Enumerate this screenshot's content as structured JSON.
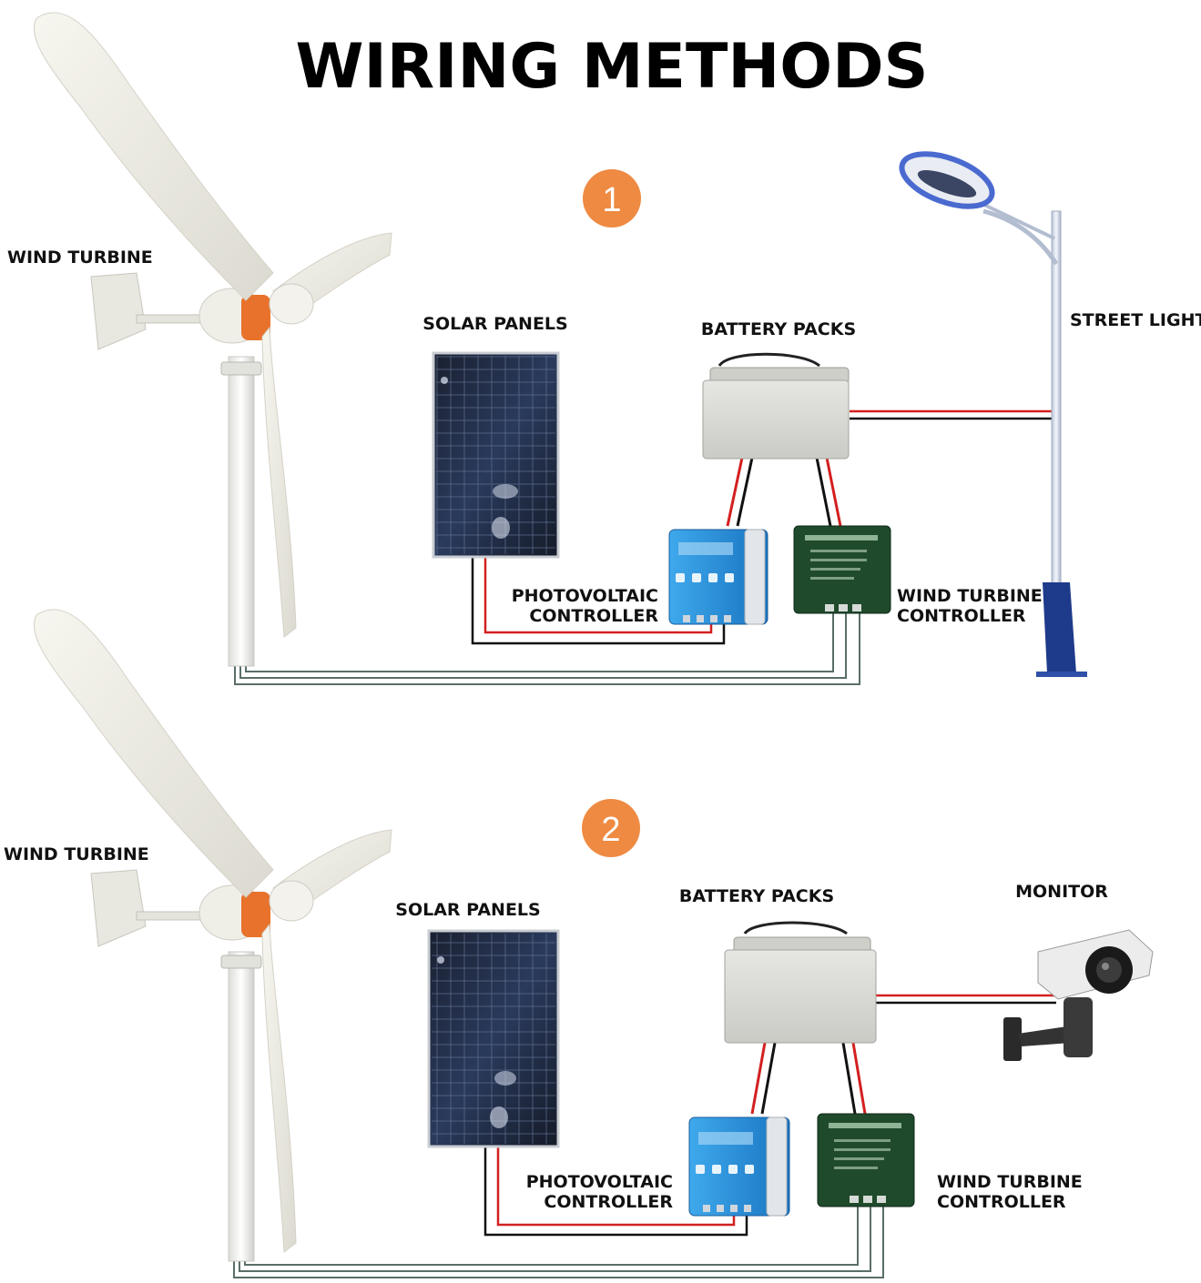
{
  "title": "WIRING METHODS",
  "colors": {
    "badge": "#ee8a42",
    "wire_red": "#d32020",
    "wire_black": "#111111",
    "wire_gray": "#5a6e69",
    "pv_controller": "#2b8fd6",
    "wind_controller": "#1f4a2c",
    "battery": "#d8d8d4"
  },
  "method1": {
    "badge": "1",
    "wind_turbine": "WIND TURBINE",
    "solar_panels": "SOLAR PANELS",
    "battery_packs": "BATTERY PACKS",
    "load": "STREET LIGHTS",
    "pv_controller": [
      "PHOTOVOLTAIC",
      "CONTROLLER"
    ],
    "wind_controller": [
      "WIND TURBINE",
      "CONTROLLER"
    ]
  },
  "method2": {
    "badge": "2",
    "wind_turbine": "WIND TURBINE",
    "solar_panels": "SOLAR PANELS",
    "battery_packs": "BATTERY PACKS",
    "load": "MONITOR",
    "pv_controller": [
      "PHOTOVOLTAIC",
      "CONTROLLER"
    ],
    "wind_controller": [
      "WIND TURBINE",
      "CONTROLLER"
    ]
  }
}
